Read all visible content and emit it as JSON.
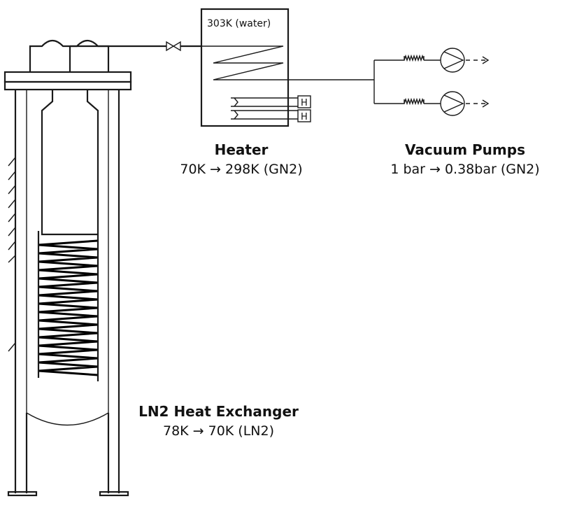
{
  "heater": {
    "water_label": "303K (water)",
    "title": "Heater",
    "subtitle": "70K → 298K (GN2)",
    "element_label": "H"
  },
  "vacuum_pumps": {
    "title": "Vacuum Pumps",
    "subtitle": "1 bar → 0.38bar (GN2)"
  },
  "heat_exchanger": {
    "title": "LN2 Heat Exchanger",
    "subtitle": "78K → 70K (LN2)"
  },
  "colors": {
    "line": "#1a1a1a",
    "background": "#ffffff"
  }
}
